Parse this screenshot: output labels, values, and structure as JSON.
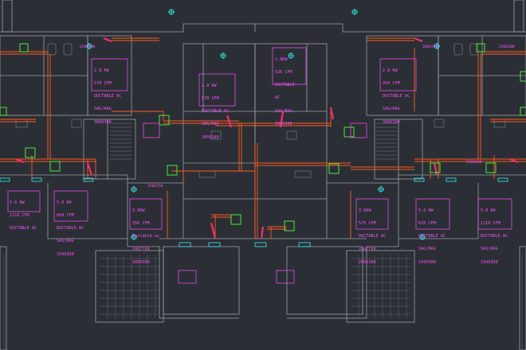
{
  "drawing": {
    "colors": {
      "background": "#2b2f35",
      "walls": "#9aa0a6",
      "duct": "#ff5a1f",
      "ac_unit": "#4cff3a",
      "label": "#ff4fff",
      "diffuser": "#36f0f0"
    },
    "ac_labels": [
      {
        "id": "lbl-top-left",
        "lines": [
          "2.8 KW",
          "578 CFM",
          "DUCTABLE AC",
          "SAG/RAG",
          "300X300"
        ]
      },
      {
        "id": "lbl-center-left",
        "lines": [
          "2.8 KW",
          "578 CFM",
          "DUCTABLE AC",
          "SAG/RAG",
          "300X300"
        ]
      },
      {
        "id": "lbl-center-right",
        "lines": [
          "2.8KW",
          "526 CFM",
          "DUCTABLE",
          "AC",
          "SAG/RAG",
          "300X300"
        ]
      },
      {
        "id": "lbl-top-right",
        "lines": [
          "2.8 KW",
          "304 CFM",
          "DUCTABLE AC",
          "SAG/RAG",
          "300X300"
        ]
      },
      {
        "id": "lbl-bot-left-a",
        "lines": [
          "5.6 KW",
          "1210 CFM",
          "DUCTABLE AC"
        ]
      },
      {
        "id": "lbl-bot-left-b",
        "lines": [
          "5.6 KW",
          "608 CFM",
          "DUCTABLE AC",
          "SAG/RAG",
          "150X300"
        ]
      },
      {
        "id": "lbl-mid-left",
        "lines": [
          "3.6KW",
          "356 CFM",
          "Ductable ac",
          "sag/rag",
          "300X300"
        ]
      },
      {
        "id": "lbl-mid-right",
        "lines": [
          "3.6KW",
          "575 CFM",
          "DUCTABLE AC",
          "sag/rag",
          "200x300"
        ]
      },
      {
        "id": "lbl-bot-right-a",
        "lines": [
          "5.6 KW",
          "635 CFM",
          "DUCTABLE AC",
          "SAG/RAG",
          "150X300"
        ]
      },
      {
        "id": "lbl-bot-right-b",
        "lines": [
          "5.6 KW",
          "1210 CFM",
          "DUCTABLE AC",
          "SAG/RAG",
          "150X300"
        ]
      }
    ],
    "duct_tags": [
      {
        "id": "tag-1",
        "text": "250X200"
      },
      {
        "id": "tag-2",
        "text": "200X200"
      },
      {
        "id": "tag-3",
        "text": "250X200"
      },
      {
        "id": "tag-4",
        "text": "250X200"
      },
      {
        "id": "tag-5",
        "text": "250X150"
      }
    ]
  }
}
